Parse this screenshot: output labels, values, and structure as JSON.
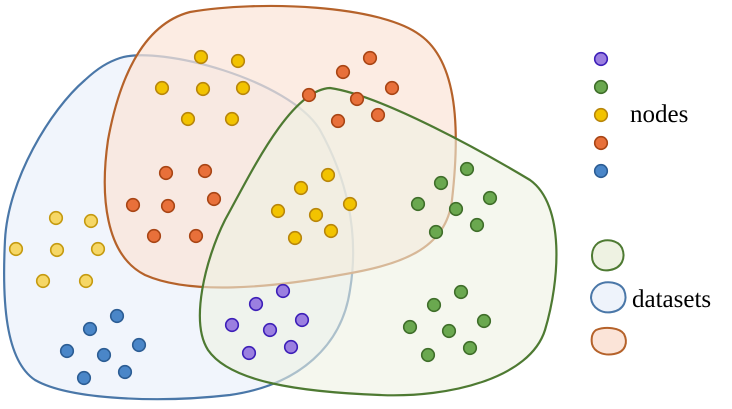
{
  "legend": {
    "nodes_label": "nodes",
    "datasets_label": "datasets"
  },
  "colors": {
    "purple": {
      "fill": "#9b7fe0",
      "stroke": "#3d1fb8"
    },
    "green": {
      "fill": "#6aa84f",
      "stroke": "#3f6e2a"
    },
    "yellow": {
      "fill": "#f2c300",
      "stroke": "#b8860b"
    },
    "orange": {
      "fill": "#e8703a",
      "stroke": "#a84515"
    },
    "blue": {
      "fill": "#4a86c8",
      "stroke": "#2c5d94"
    },
    "yellow_light": {
      "fill": "#f6d766",
      "stroke": "#c59a10"
    },
    "region_blue": {
      "fill": "#eef3fb",
      "stroke": "#4a77a8"
    },
    "region_orange": {
      "fill": "#fbe4d8",
      "stroke": "#b5622a"
    },
    "region_green": {
      "fill": "#eef2e2",
      "stroke": "#4e7a32"
    }
  },
  "legend_node_colors": [
    "purple",
    "green",
    "yellow",
    "orange",
    "blue"
  ],
  "legend_dataset_colors": [
    "region_green",
    "region_blue",
    "region_orange"
  ]
}
